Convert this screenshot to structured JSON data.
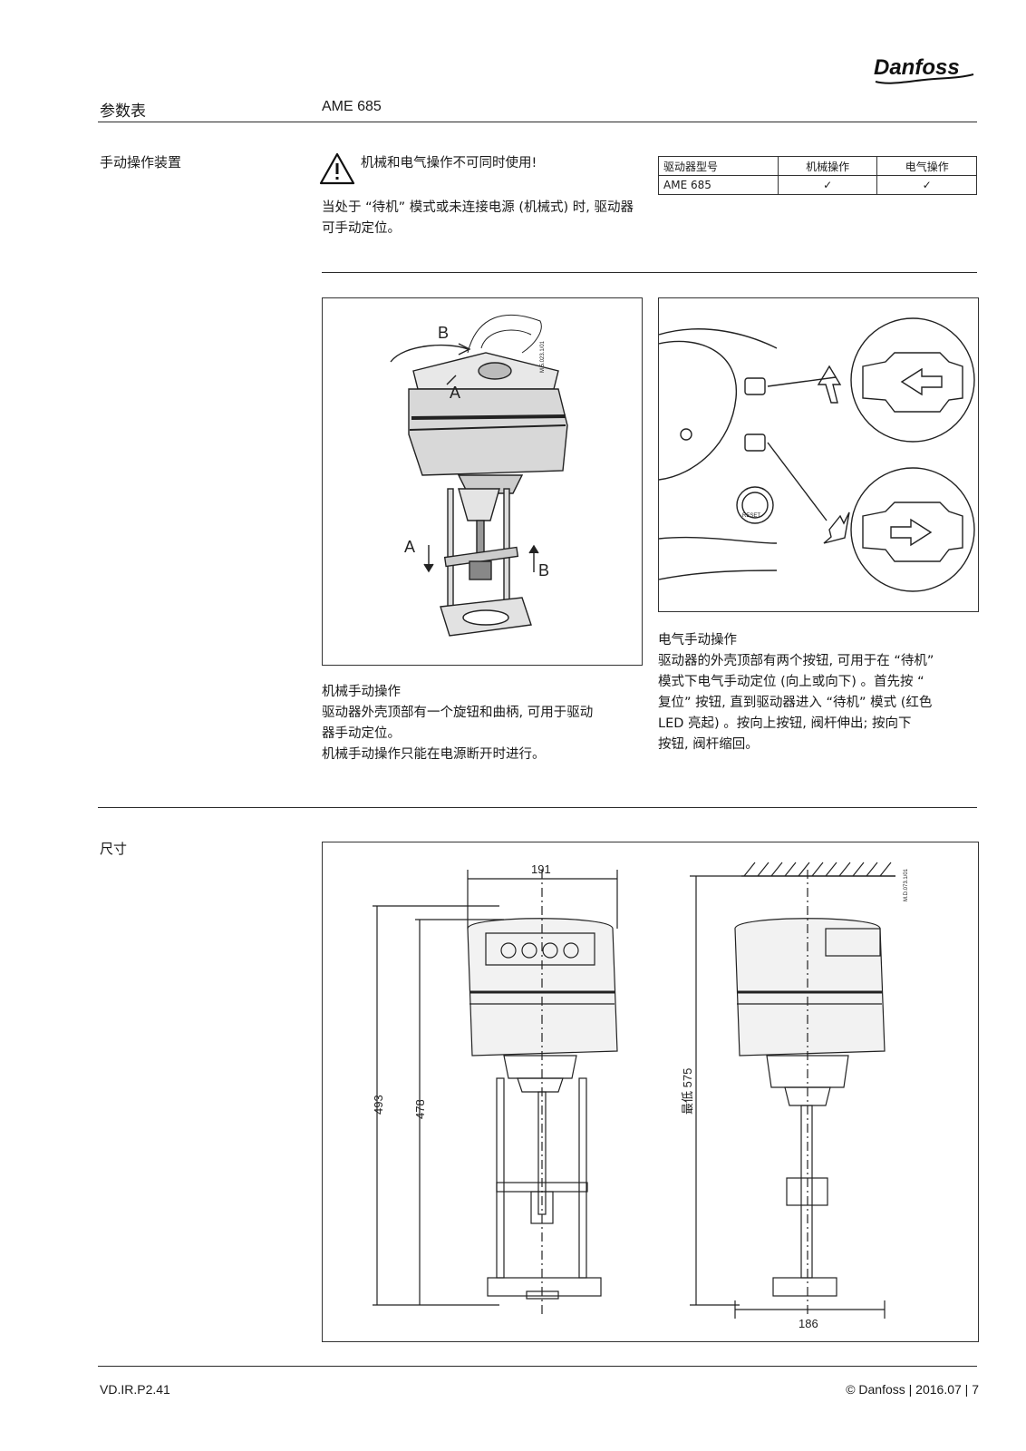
{
  "brand": {
    "logo_text": "Danfoss"
  },
  "header": {
    "section": "参数表",
    "product": "AME 685"
  },
  "manual": {
    "title": "手动操作装置",
    "warning": "机械和电气操作不可同时使用!",
    "note": "当处于 “待机” 模式或未连接电源 (机械式) 时, 驱动器可手动定位。",
    "table": {
      "headers": [
        "驱动器型号",
        "机械操作",
        "电气操作"
      ],
      "rows": [
        [
          "AME 685",
          "✓",
          "✓"
        ]
      ]
    },
    "fig1": {
      "code": "M.5.023.1/01",
      "label_b_top": "B",
      "label_a_top": "A",
      "label_a_low": "A",
      "label_b_low": "B",
      "caption_title": "机械手动操作",
      "caption_lines": [
        "驱动器外壳顶部有一个旋钮和曲柄, 可用于驱动",
        "器手动定位。",
        "机械手动操作只能在电源断开时进行。"
      ]
    },
    "fig2": {
      "reset_label": "RESET",
      "caption_title": "电气手动操作",
      "caption_lines": [
        "驱动器的外壳顶部有两个按钮, 可用于在 “待机”",
        "模式下电气手动定位 (向上或向下) 。首先按 “",
        "复位” 按钮, 直到驱动器进入 “待机” 模式 (红色",
        "LED 亮起) 。按向上按钮, 阀杆伸出; 按向下",
        "按钮, 阀杆缩回。"
      ]
    }
  },
  "dimensions": {
    "title": "尺寸",
    "code": "M.D.073.1/01",
    "width_front": "191",
    "height_total": "493",
    "height_body": "478",
    "min_clearance": "最低 575",
    "width_side": "186"
  },
  "footer": {
    "doc_code": "VD.IR.P2.41",
    "copyright": "© Danfoss | 2016.07 | 7"
  }
}
